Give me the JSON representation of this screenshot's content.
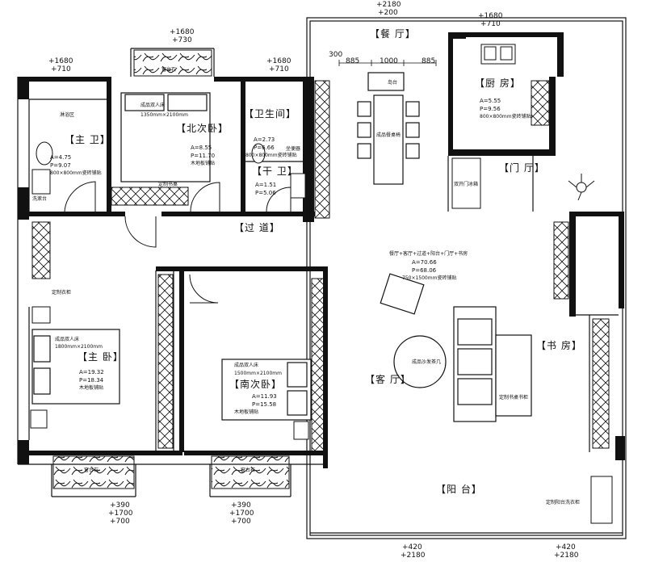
{
  "rooms": {
    "dining": "【餐 厅】",
    "kitchen": "【厨 房】",
    "master_bath": "【主 卫】",
    "north_bedroom": "【北次卧】",
    "bathroom": "【卫生间】",
    "dry_area": "【干 卫】",
    "entrance": "【门 厅】",
    "corridor": "【过 道】",
    "master_bedroom": "【主 卧】",
    "south_bedroom": "【南次卧】",
    "living_room": "【客 厅】",
    "study": "【书 房】",
    "balcony": "【阳 台】"
  },
  "areas": {
    "kitchen": [
      "A=5.55",
      "P=9.56",
      "800×800mm瓷砖铺贴"
    ],
    "master_bath": [
      "A=4.75",
      "P=9.07",
      "800×800mm瓷砖铺贴"
    ],
    "north_bedroom": [
      "A=8.55",
      "P=11.70",
      "木地板铺贴"
    ],
    "bathroom": [
      "A=2.73",
      "P=6.66",
      "800×800mm瓷砖铺贴"
    ],
    "dry_area": [
      "A=1.51",
      "P=5.06"
    ],
    "master_bedroom": [
      "A=19.32",
      "P=18.34",
      "木地板铺贴"
    ],
    "south_bedroom": [
      "A=11.93",
      "P=15.58",
      "木地板铺贴"
    ],
    "living": [
      "餐厅+客厅+过道+阳台+门厅+书房",
      "A=70.66",
      "P=68.06",
      "750×1500mm瓷砖铺贴"
    ]
  },
  "elevations": {
    "top_center": [
      "+1680",
      "+730"
    ],
    "top_left": [
      "+1680",
      "+710"
    ],
    "top_mid": [
      "+1680",
      "+710"
    ],
    "top_dining": [
      "+2180",
      "+200"
    ],
    "top_kitchen": [
      "+1680",
      "+710"
    ],
    "bottom_left": [
      "+390",
      "+1700",
      "+700"
    ],
    "bottom_mid": [
      "+390",
      "+1700",
      "+700"
    ],
    "bottom_center": [
      "+420",
      "+2180"
    ],
    "bottom_right": [
      "+420",
      "+2180"
    ]
  },
  "dimensions": [
    "300",
    "885",
    "1000",
    "885"
  ],
  "furniture": {
    "master_bed": [
      "成品双人床",
      "1800mm×2100mm"
    ],
    "north_bed": [
      "成品双人床",
      "1350mm×2100mm"
    ],
    "south_bed": [
      "成品双人床",
      "1500mm×2100mm"
    ],
    "wardrobe": "定制衣柜",
    "desk": "定制书桌",
    "dining_set": "成品餐桌椅",
    "island": "岛台",
    "shoe_cabinet": "双开门冰箱",
    "sofa_table": "成品沙发茶几",
    "study_desk": "定制书桌书柜",
    "balcony_cabinet": "定制阳台洗衣柜",
    "window_sill": "窗台石",
    "shower": "淋浴区",
    "washbasin": "洗漱台",
    "toilet": "坐便器"
  }
}
